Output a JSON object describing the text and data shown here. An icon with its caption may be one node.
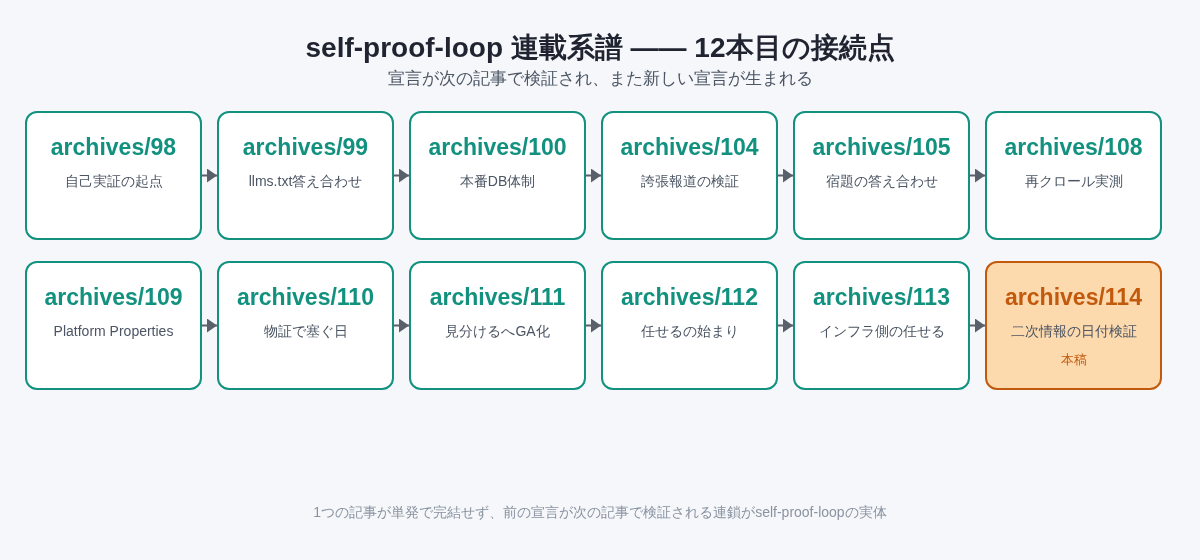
{
  "diagram": {
    "title": "self-proof-loop 連載系譜 —— 12本目の接続点",
    "caption": "1つの記事が単発で完結せず、前の宣言が次の記事で検証される連鎖がself-proof-loopの実体",
    "labels": [
      "宣言が次の記事で検証され、また新しい宣言が生まれる"
    ],
    "nodes": [
      {
        "text": [
          "archives/98",
          "自己実証の起点"
        ]
      },
      {
        "text": [
          "archives/99",
          "llms.txt答え合わせ"
        ]
      },
      {
        "text": [
          "archives/100",
          "本番DB体制"
        ]
      },
      {
        "text": [
          "archives/104",
          "誇張報道の検証"
        ]
      },
      {
        "text": [
          "archives/105",
          "宿題の答え合わせ"
        ]
      },
      {
        "text": [
          "archives/108",
          "再クロール実測"
        ]
      },
      {
        "text": [
          "archives/109",
          "Platform Properties"
        ]
      },
      {
        "text": [
          "archives/110",
          "物証で塞ぐ日"
        ]
      },
      {
        "text": [
          "archives/111",
          "見分けるへGA化"
        ]
      },
      {
        "text": [
          "archives/112",
          "任せるの始まり"
        ]
      },
      {
        "text": [
          "archives/113",
          "インフラ側の任せる"
        ]
      },
      {
        "text": [
          "archives/114",
          "二次情報の日付検証",
          "本稿"
        ]
      }
    ],
    "edges": [
      {
        "from": 0,
        "to": 1,
        "arrow": "to"
      },
      {
        "from": 1,
        "to": 2,
        "arrow": "to"
      },
      {
        "from": 2,
        "to": 3,
        "arrow": "to"
      },
      {
        "from": 3,
        "to": 4,
        "arrow": "to"
      },
      {
        "from": 4,
        "to": 5,
        "arrow": "to"
      },
      {
        "from": 6,
        "to": 7,
        "arrow": "to"
      },
      {
        "from": 7,
        "to": 8,
        "arrow": "to"
      },
      {
        "from": 8,
        "to": 9,
        "arrow": "to"
      },
      {
        "from": 9,
        "to": 10,
        "arrow": "to"
      },
      {
        "from": 10,
        "to": 11,
        "arrow": "to"
      }
    ]
  }
}
